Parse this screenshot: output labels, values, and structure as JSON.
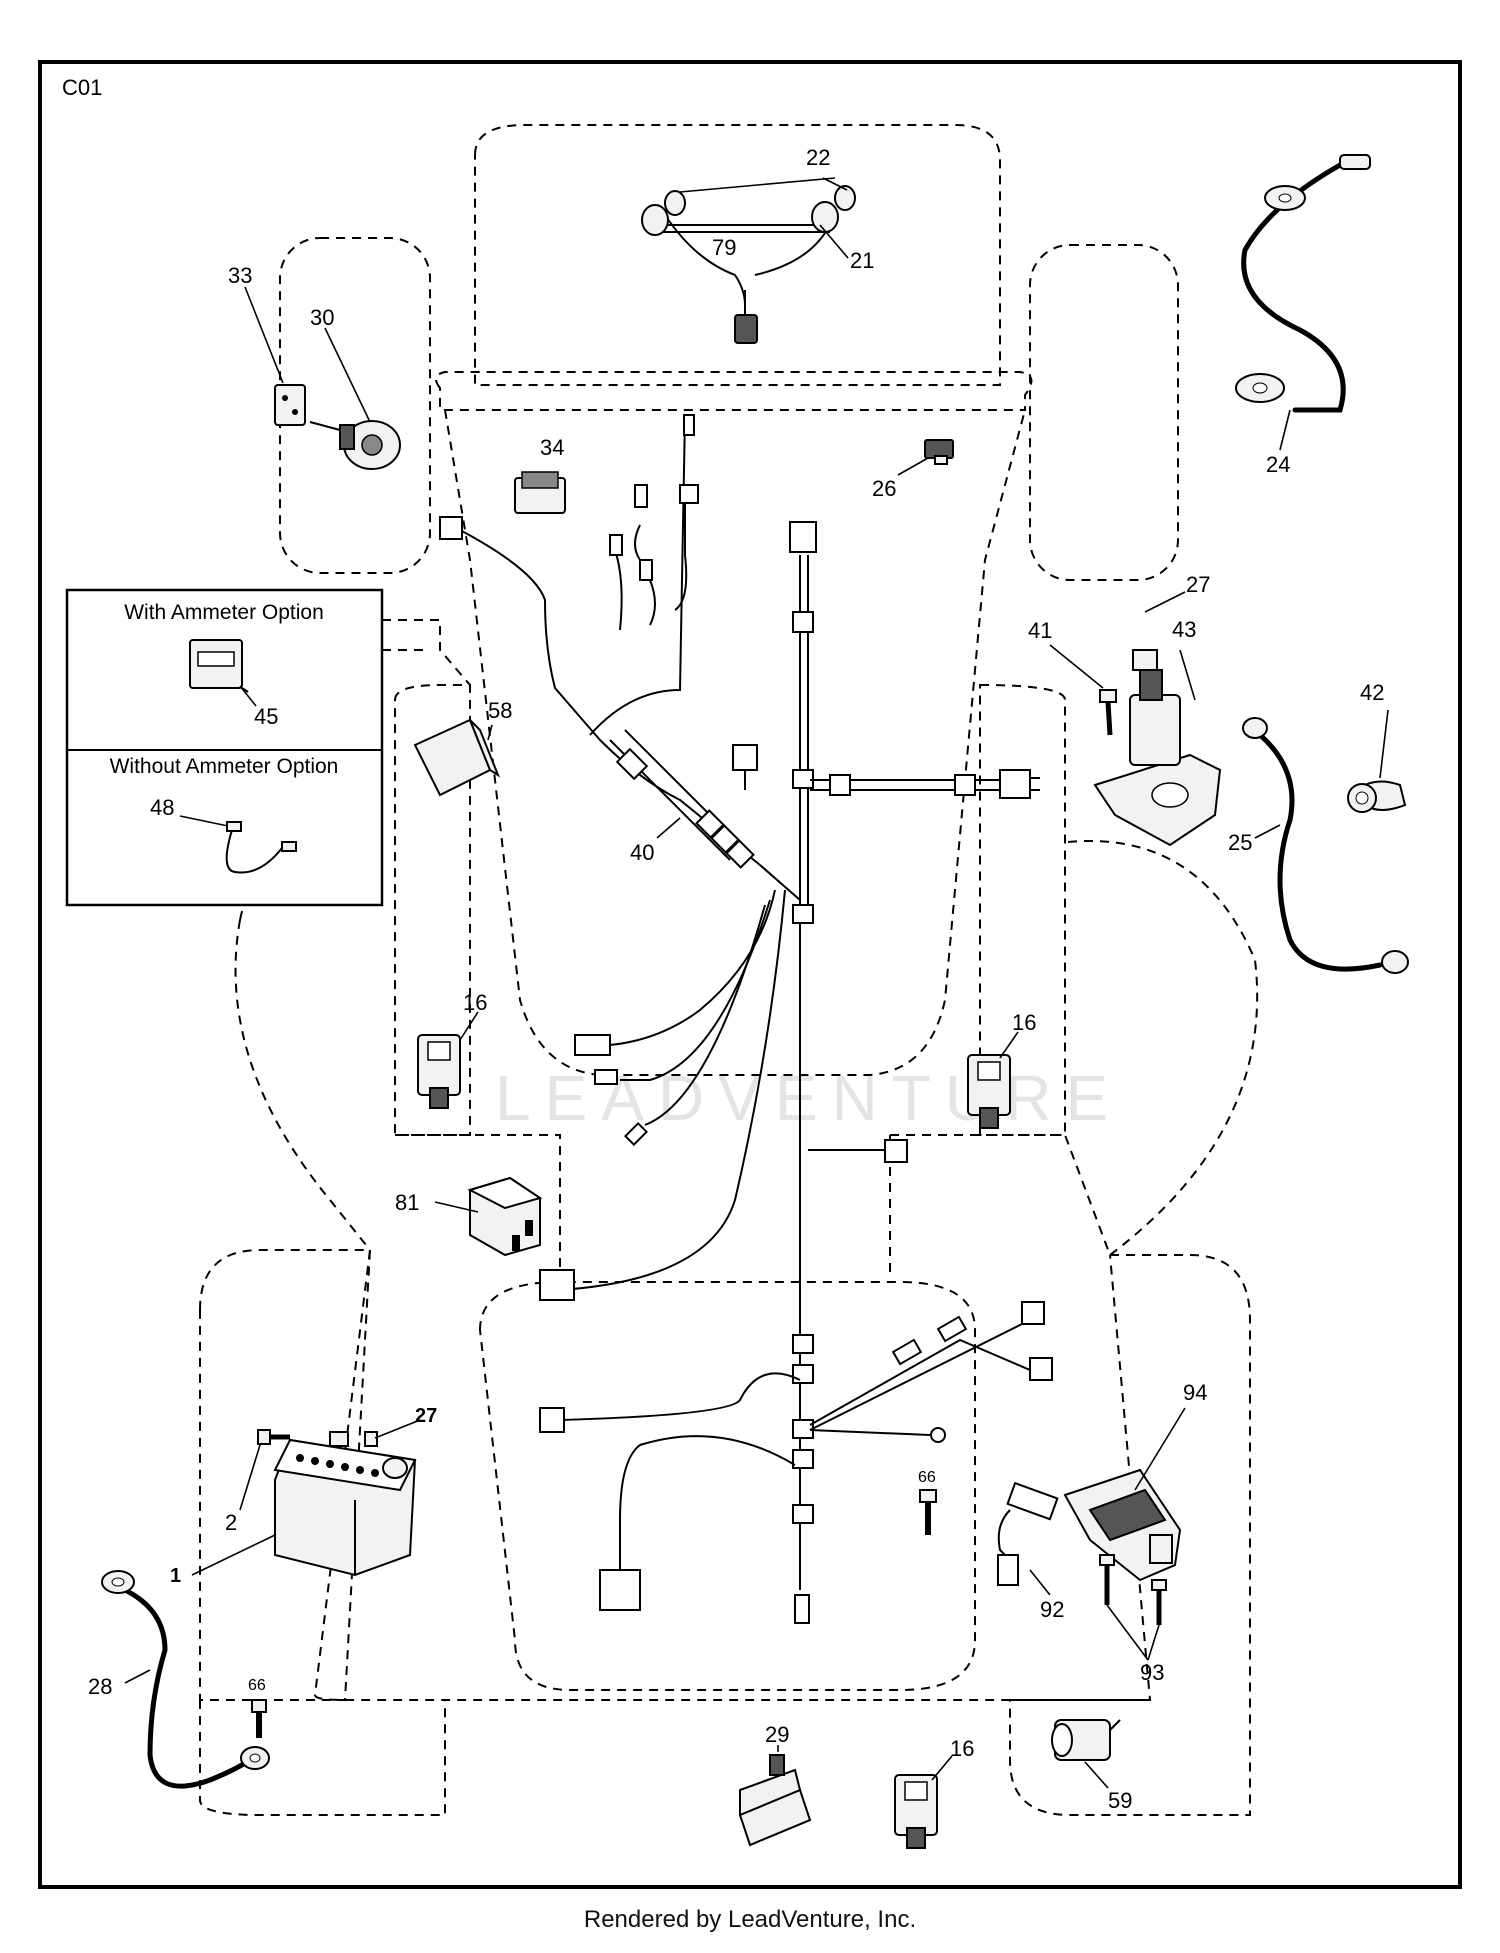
{
  "diagram_code": "C01",
  "watermark": "LEADVENTURE",
  "footer": "Rendered by LeadVenture, Inc.",
  "inset": {
    "with_ammeter_title": "With Ammeter Option",
    "without_ammeter_title": "Without Ammeter Option",
    "callout_45": "45",
    "callout_48": "48"
  },
  "callouts": {
    "c1": "1",
    "c2": "2",
    "c16a": "16",
    "c16b": "16",
    "c16c": "16",
    "c21": "21",
    "c22": "22",
    "c24": "24",
    "c25": "25",
    "c26": "26",
    "c27a": "27",
    "c27b": "27",
    "c28": "28",
    "c29": "29",
    "c30": "30",
    "c33": "33",
    "c34": "34",
    "c40": "40",
    "c41": "41",
    "c42": "42",
    "c43": "43",
    "c58": "58",
    "c59": "59",
    "c66a": "66",
    "c66b": "66",
    "c79": "79",
    "c81": "81",
    "c92": "92",
    "c93": "93",
    "c94": "94"
  }
}
